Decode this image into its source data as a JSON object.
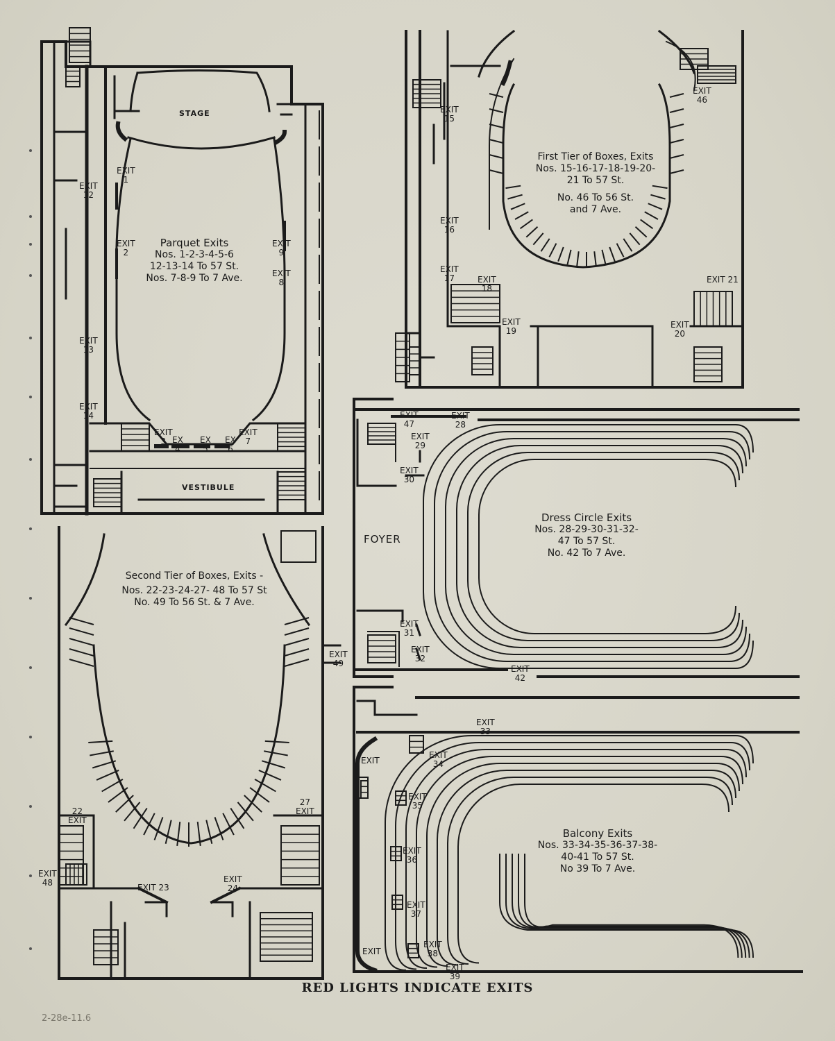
{
  "footer": "RED LIGHTS INDICATE EXITS",
  "pencil_note": "2-28e-11.6",
  "parquet": {
    "rooms": {
      "stage": "STAGE",
      "vestibule": "VESTIBULE"
    },
    "title": "Parquet Exits",
    "lines": [
      "Nos. 1-2-3-4-5-6",
      "12-13-14 To 57 St.",
      "Nos. 7-8-9 To 7 Ave."
    ],
    "exits": {
      "e1": [
        "EXIT",
        "1"
      ],
      "e2": [
        "EXIT",
        "2"
      ],
      "e12": [
        "EXIT",
        "12"
      ],
      "e13": [
        "EXIT",
        "13"
      ],
      "e14": [
        "EXIT",
        "14"
      ],
      "e9": [
        "EXIT",
        "9"
      ],
      "e8": [
        "EXIT",
        "8"
      ],
      "e3": [
        "EXIT",
        "3"
      ],
      "e4": [
        "EX",
        "4"
      ],
      "e5": [
        "EX",
        "5"
      ],
      "e6": [
        "EX",
        "6"
      ],
      "e7": [
        "EXIT",
        "7"
      ]
    }
  },
  "first_tier": {
    "title": "First Tier of Boxes, Exits",
    "lines": [
      "Nos. 15-16-17-18-19-20-",
      "21 To 57 St.",
      "No. 46 To 56 St.",
      "and 7 Ave."
    ],
    "exits": {
      "e15": [
        "EXIT",
        "15"
      ],
      "e16": [
        "EXIT",
        "16"
      ],
      "e17": [
        "EXIT",
        "17"
      ],
      "e18": [
        "EXIT",
        "18"
      ],
      "e19": [
        "EXIT",
        "19"
      ],
      "e20": [
        "EXIT",
        "20"
      ],
      "e21": [
        "EXIT 21",
        ""
      ],
      "e46": [
        "EXIT",
        "46"
      ]
    }
  },
  "second_tier": {
    "title": "Second Tier of Boxes, Exits -",
    "lines": [
      "Nos. 22-23-24-27- 48 To 57 St",
      "No. 49 To 56 St. & 7 Ave."
    ],
    "exits": {
      "e22": [
        "22",
        "EXIT"
      ],
      "e27": [
        "27",
        "EXIT"
      ],
      "e48": [
        "EXIT",
        "48"
      ],
      "e23": [
        "EXIT 23",
        ""
      ],
      "e24": [
        "EXIT",
        "24"
      ],
      "e49": [
        "EXIT",
        "49"
      ]
    }
  },
  "dress_circle": {
    "rooms": {
      "foyer": "FOYER"
    },
    "title": "Dress Circle Exits",
    "lines": [
      "Nos. 28-29-30-31-32-",
      "47 To 57 St.",
      "No. 42 To 7 Ave."
    ],
    "exits": {
      "e47": [
        "EXIT",
        "47"
      ],
      "e28": [
        "EXIT",
        "28"
      ],
      "e29": [
        "EXIT",
        "29"
      ],
      "e30": [
        "EXIT",
        "30"
      ],
      "e31": [
        "EXIT",
        "31"
      ],
      "e32": [
        "EXIT",
        "32"
      ],
      "e42": [
        "EXIT",
        "42"
      ]
    }
  },
  "balcony": {
    "title": "Balcony Exits",
    "lines": [
      "Nos. 33-34-35-36-37-38-",
      "40-41 To 57 St.",
      "No 39 To 7 Ave."
    ],
    "exits": {
      "e33": [
        "EXIT",
        "33"
      ],
      "e34": [
        "EXIT",
        "34"
      ],
      "e35": [
        "EXIT",
        "35"
      ],
      "e36": [
        "EXIT",
        "36"
      ],
      "e37": [
        "EXIT",
        "37"
      ],
      "e38": [
        "EXIT",
        "38"
      ],
      "e39": [
        "EXIT",
        "39"
      ],
      "ea": [
        "EXIT",
        ""
      ],
      "eb": [
        "EXIT",
        ""
      ]
    }
  }
}
